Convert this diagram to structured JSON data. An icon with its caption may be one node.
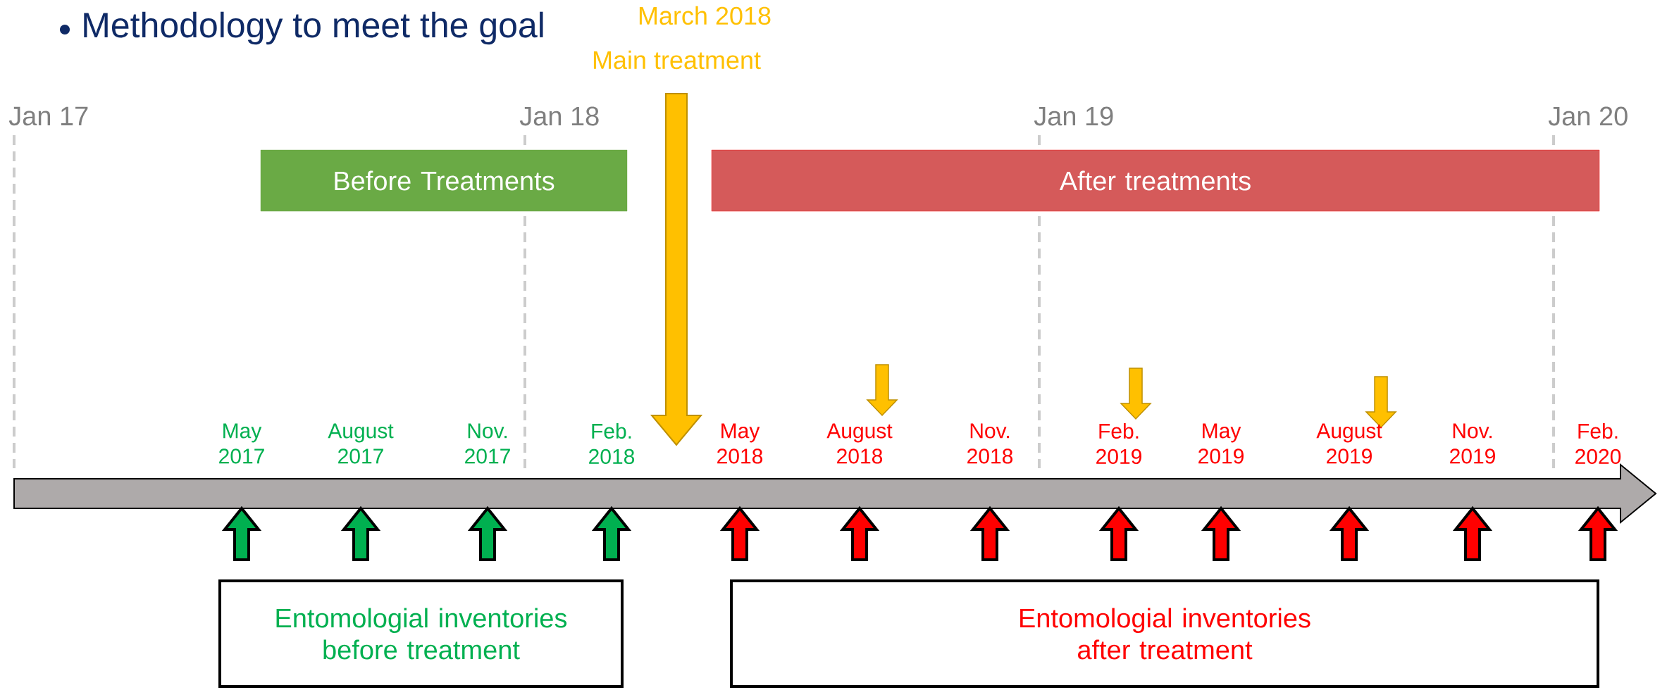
{
  "diagram": {
    "title": "Methodology to meet the goal",
    "nodes": [
      {
        "text": [
          "Before Treatments"
        ]
      },
      {
        "text": [
          "After treatments"
        ]
      },
      {
        "text": [
          "Entomologial inventories before treatment"
        ]
      },
      {
        "text": [
          "Entomologial inventories after treatment"
        ]
      }
    ],
    "labels": [
      "March 2018",
      "Main treatment",
      "Jan 17",
      "Jan 18",
      "Jan 19",
      "Jan 20",
      "May 2017",
      "August 2017",
      "Nov. 2017",
      "Feb. 2018",
      "May 2018",
      "August 2018",
      "Nov. 2018",
      "Feb. 2019",
      "May 2019",
      "August 2019",
      "Nov. 2019",
      "Feb. 2020"
    ]
  }
}
